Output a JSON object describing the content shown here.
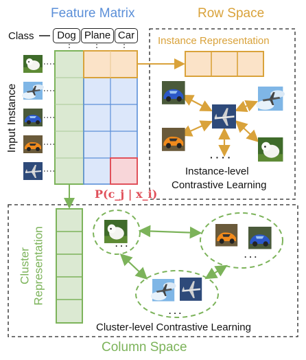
{
  "header": {
    "feature_matrix": "Feature Matrix",
    "row_space": "Row Space",
    "class_label": "Class",
    "classes": [
      "Dog",
      "Plane",
      "Car"
    ]
  },
  "left": {
    "input_instance": "Input Instance"
  },
  "row_space_panel": {
    "instance_representation": "Instance Representation",
    "dots": "· · · ·",
    "caption_line1": "Instance-level",
    "caption_line2": "Contrastive Learning"
  },
  "probability_label": "P(c_j | x_i)",
  "column_space_panel": {
    "cluster_representation_line1": "Cluster",
    "cluster_representation_line2": "Representation",
    "caption": "Cluster-level Contrastive Learning",
    "title": "Column Space",
    "dots": "· · ·"
  },
  "colors": {
    "blue": "#5b8fd8",
    "orange": "#d9a23a",
    "green": "#7cb35a",
    "red": "#e0505a"
  },
  "icons": [
    "dog-photo-icon",
    "plane-photo-icon",
    "car-photo-icon"
  ]
}
